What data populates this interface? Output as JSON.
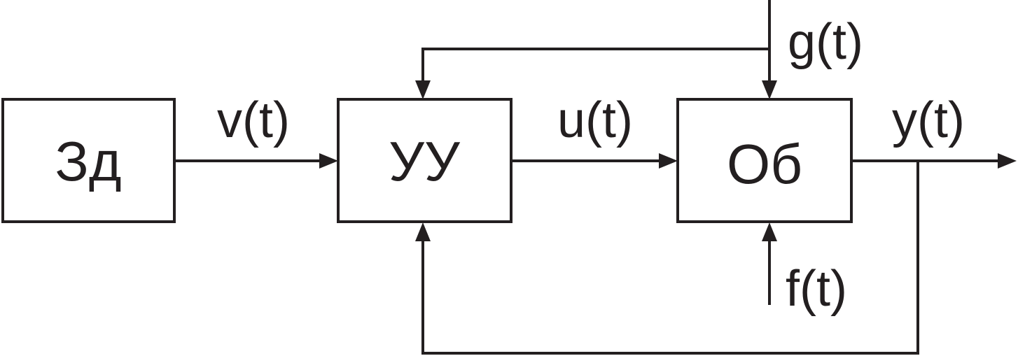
{
  "blocks": {
    "setpoint": "Зд",
    "controller": "УУ",
    "plant": "Об"
  },
  "signals": {
    "reference": "v(t)",
    "control": "u(t)",
    "output": "y(t)",
    "disturbance_g": "g(t)",
    "disturbance_f": "f(t)"
  }
}
